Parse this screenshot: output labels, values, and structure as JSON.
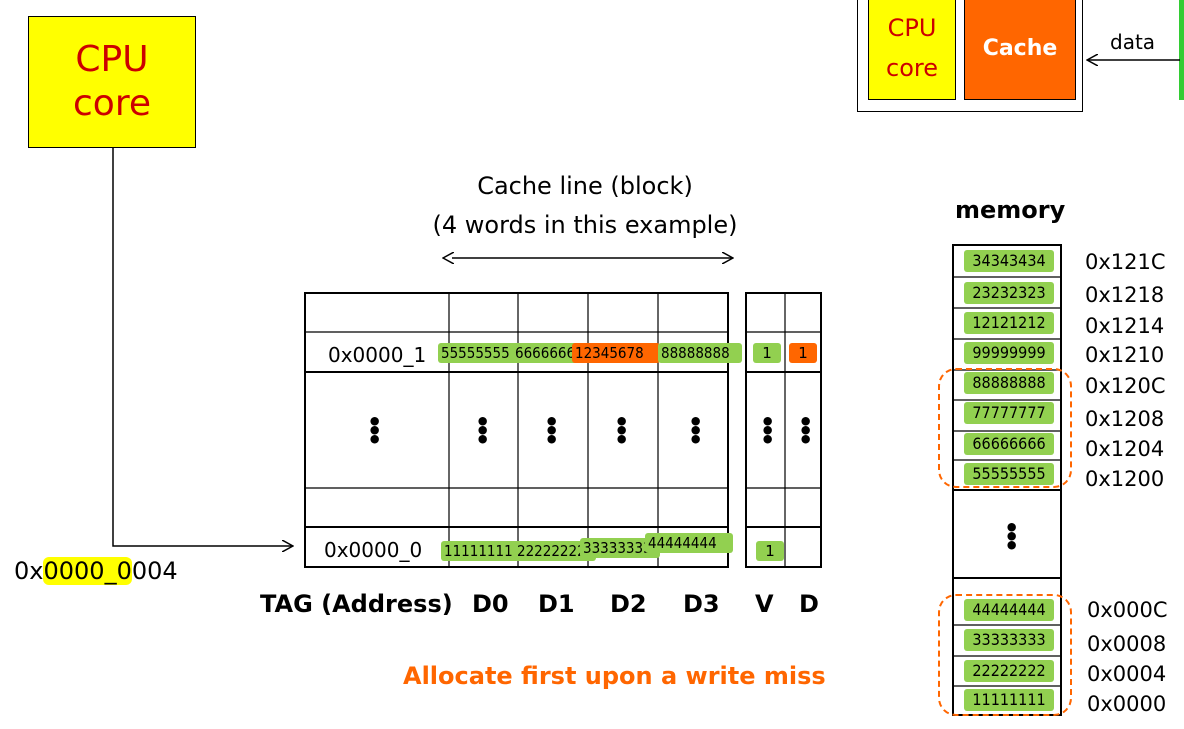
{
  "cpu": {
    "label_line1": "CPU",
    "label_line2": "core"
  },
  "inset": {
    "cpu_line1": "CPU",
    "cpu_line2": "core",
    "cache_label": "Cache",
    "data_label": "data"
  },
  "cache_line_title": {
    "line1": "Cache line (block)",
    "line2": "(4 words in this example)"
  },
  "table": {
    "row1": {
      "tag": "0x0000_1",
      "d0": "55555555",
      "d1": "66666666",
      "d2": "12345678",
      "d3": "88888888",
      "v": "1",
      "d": "1"
    },
    "row0": {
      "tag": "0x0000_0",
      "d0": "11111111",
      "d1": "22222222",
      "d2": "33333333",
      "d3": "44444444",
      "v": "1"
    },
    "headers": {
      "tag": "TAG (Address)",
      "d0": "D0",
      "d1": "D1",
      "d2": "D2",
      "d3": "D3",
      "v": "V",
      "d": "D"
    }
  },
  "address": {
    "prefix": "0x",
    "highlight": "0000_0",
    "suffix": "004"
  },
  "memory": {
    "title": "memory",
    "upper": [
      {
        "value": "34343434",
        "addr": "0x121C"
      },
      {
        "value": "23232323",
        "addr": "0x1218"
      },
      {
        "value": "12121212",
        "addr": "0x1214"
      },
      {
        "value": "99999999",
        "addr": "0x1210"
      },
      {
        "value": "88888888",
        "addr": "0x120C"
      },
      {
        "value": "77777777",
        "addr": "0x1208"
      },
      {
        "value": "66666666",
        "addr": "0x1204"
      },
      {
        "value": "55555555",
        "addr": "0x1200"
      }
    ],
    "lower": [
      {
        "value": "44444444",
        "addr": "0x000C"
      },
      {
        "value": "33333333",
        "addr": "0x0008"
      },
      {
        "value": "22222222",
        "addr": "0x0004"
      },
      {
        "value": "11111111",
        "addr": "0x0000"
      }
    ]
  },
  "note": "Allocate first upon a write miss",
  "colors": {
    "cpu_fill": "#ffff00",
    "cpu_text": "#cc0000",
    "cache_fill": "#ff6600",
    "word_fill": "#92d050",
    "dirty_fill": "#ff6600",
    "note_text": "#ff6600"
  }
}
